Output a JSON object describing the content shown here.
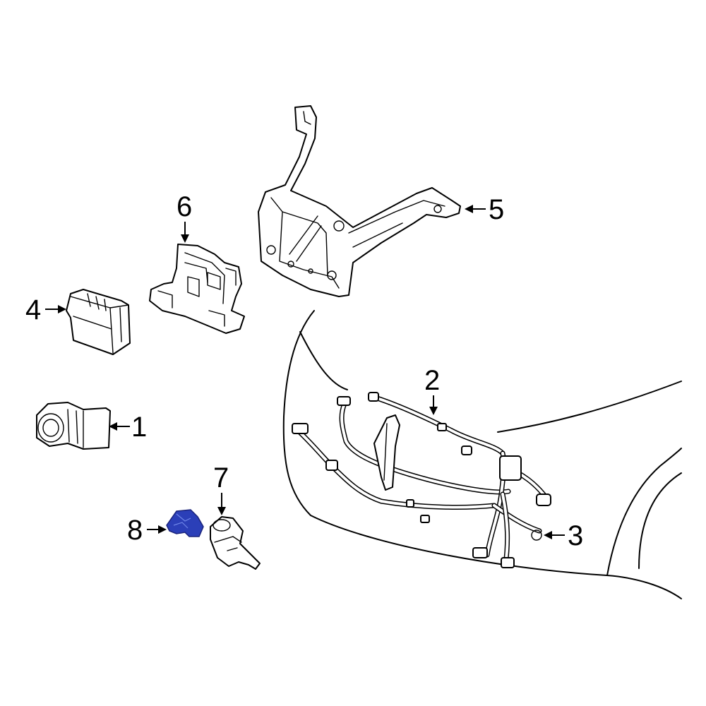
{
  "callouts": {
    "c1": "1",
    "c2": "2",
    "c3": "3",
    "c4": "4",
    "c5": "5",
    "c6": "6",
    "c7": "7",
    "c8": "8"
  },
  "colors": {
    "highlight_part": "#2b3fb8",
    "line": "#000000",
    "background": "#ffffff"
  },
  "highlighted_part": "8"
}
